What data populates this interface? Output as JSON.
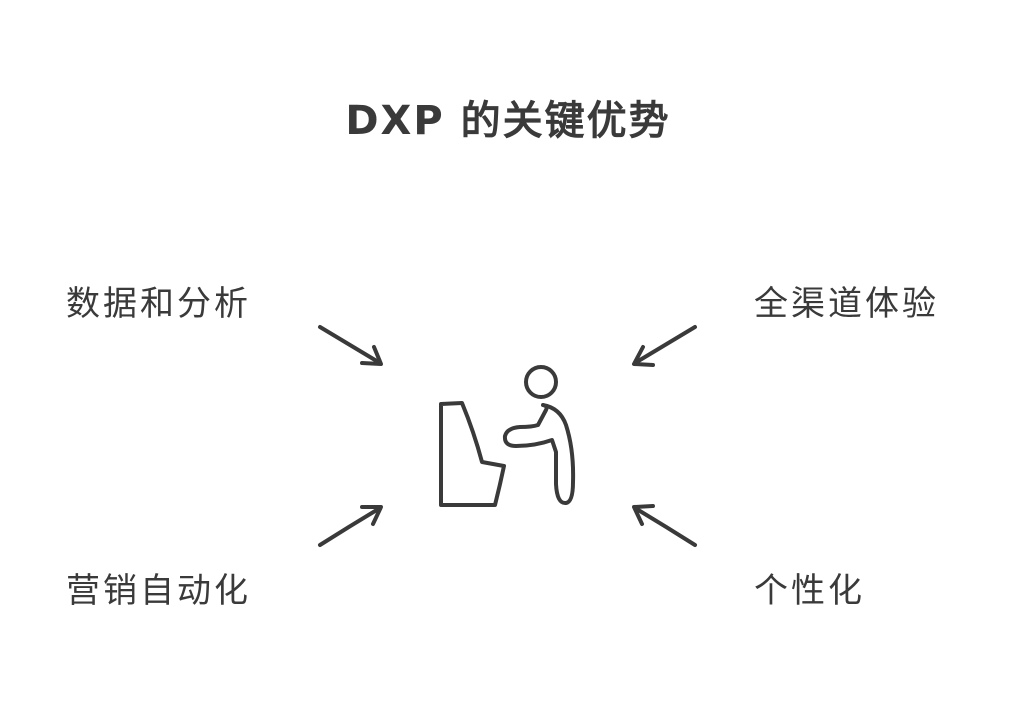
{
  "diagram": {
    "title": "DXP 的关键优势",
    "labels": {
      "top_left": "数据和分析",
      "top_right": "全渠道体验",
      "bottom_left": "营销自动化",
      "bottom_right": "个性化"
    },
    "center_icon": "person-at-kiosk-icon",
    "arrows": [
      "arrow-icon",
      "arrow-icon",
      "arrow-icon",
      "arrow-icon"
    ],
    "stroke_color": "#3a3a3a",
    "background_color": "#ffffff"
  }
}
